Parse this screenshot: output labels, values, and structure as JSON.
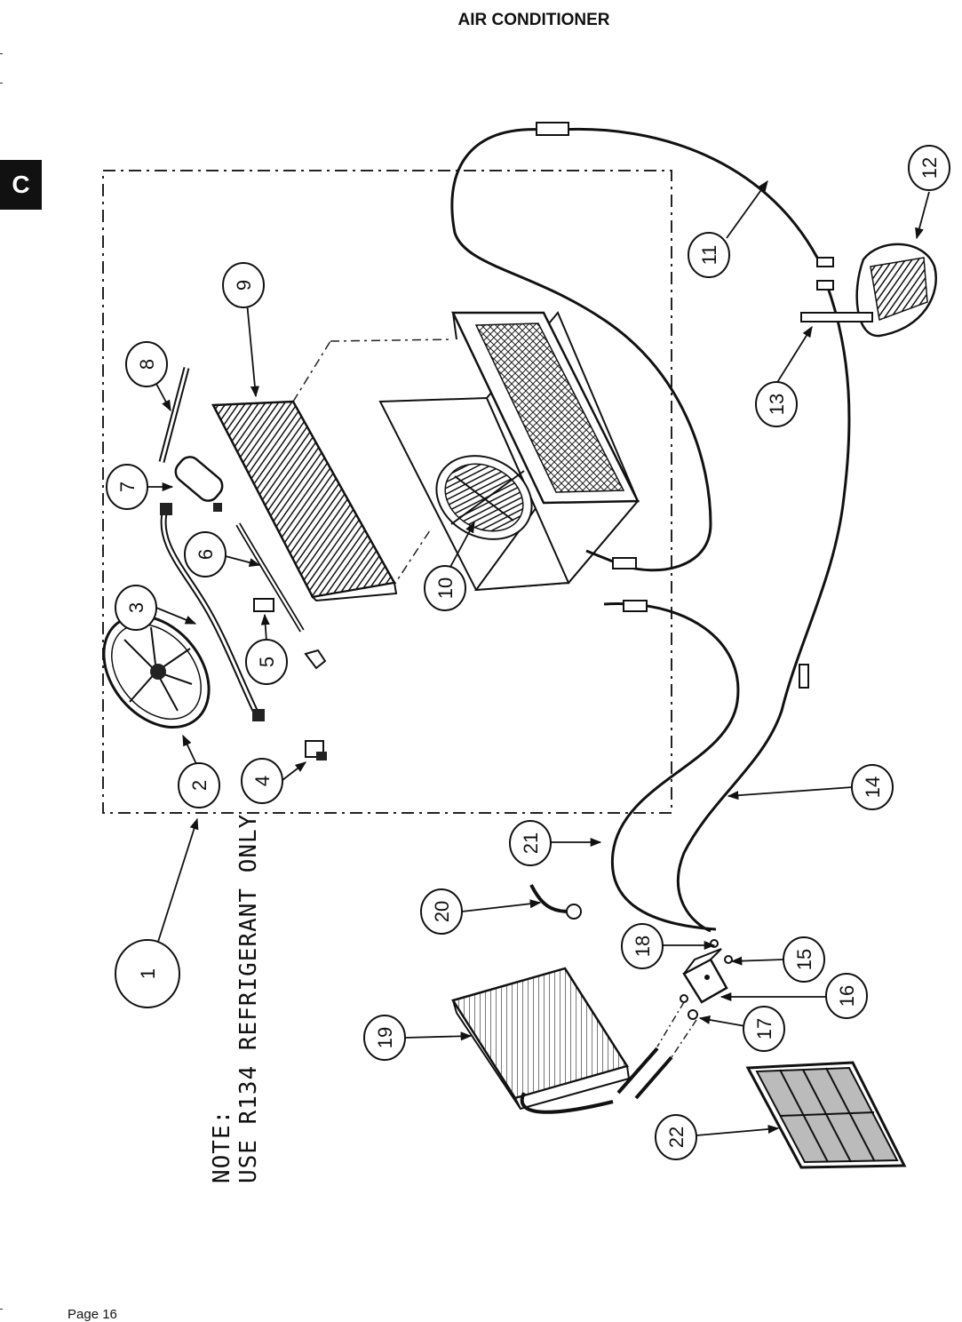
{
  "header": {
    "title": "AIR CONDITIONER"
  },
  "section_tab": {
    "letter": "C"
  },
  "note": {
    "line1": "NOTE:",
    "line2": "USE R134 REFRIGERANT ONLY"
  },
  "footer": {
    "page": "Page 16"
  },
  "callouts": [
    "1",
    "2",
    "3",
    "4",
    "5",
    "6",
    "7",
    "8",
    "9",
    "10",
    "11",
    "12",
    "13",
    "14",
    "15",
    "16",
    "17",
    "18",
    "19",
    "20",
    "21",
    "22"
  ]
}
